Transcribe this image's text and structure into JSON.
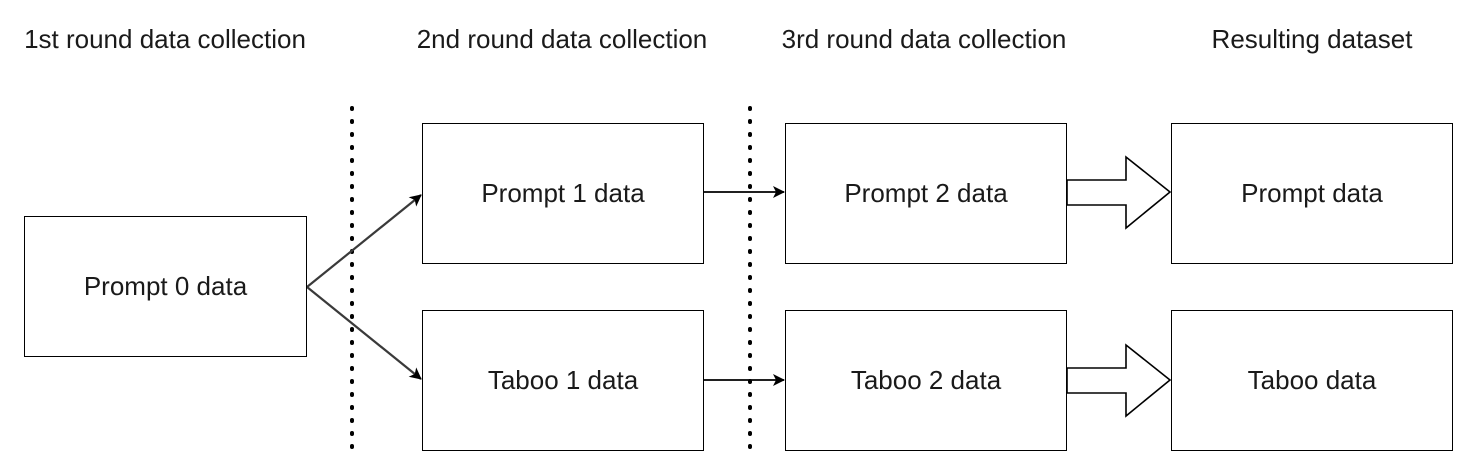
{
  "headers": {
    "round1": "1st round data collection",
    "round2": "2nd round data collection",
    "round3": "3rd round data collection",
    "result": "Resulting dataset"
  },
  "boxes": {
    "prompt0": "Prompt 0 data",
    "prompt1": "Prompt 1 data",
    "taboo1": "Taboo 1 data",
    "prompt2": "Prompt 2 data",
    "taboo2": "Taboo 2 data",
    "prompt_result": "Prompt data",
    "taboo_result": "Taboo data"
  },
  "colors": {
    "line": "#000000",
    "arrow_gray": "#3a3a3a",
    "text": "#1a1a1a"
  }
}
